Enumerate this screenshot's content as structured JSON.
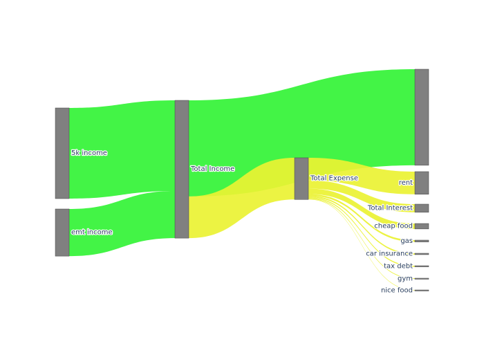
{
  "chart_data": {
    "type": "sankey",
    "colors": {
      "node": "#808080",
      "node_border": "#444444",
      "income_link": "#33f336",
      "expense_link": "#eaf233",
      "label": "#2a3f5f"
    },
    "nodes": [
      {
        "id": "n0",
        "label": "5k income"
      },
      {
        "id": "n1",
        "label": "emt income"
      },
      {
        "id": "n2",
        "label": "Total Income"
      },
      {
        "id": "n3",
        "label": "Total Expense"
      },
      {
        "id": "n4",
        "label": ""
      },
      {
        "id": "n5",
        "label": "rent"
      },
      {
        "id": "n6",
        "label": "Total Interest"
      },
      {
        "id": "n7",
        "label": "cheap food"
      },
      {
        "id": "n8",
        "label": "gas"
      },
      {
        "id": "n9",
        "label": "car insurance"
      },
      {
        "id": "n10",
        "label": "tax debt"
      },
      {
        "id": "n11",
        "label": "gym"
      },
      {
        "id": "n12",
        "label": "nice food"
      }
    ],
    "links": [
      {
        "source": "n0",
        "target": "n2",
        "value": 5000,
        "color": "income"
      },
      {
        "source": "n1",
        "target": "n2",
        "value": 2600,
        "color": "income"
      },
      {
        "source": "n2",
        "target": "n4",
        "value": 5300,
        "color": "income"
      },
      {
        "source": "n2",
        "target": "n3",
        "value": 2300,
        "color": "expense"
      },
      {
        "source": "n3",
        "target": "n5",
        "value": 1250,
        "color": "expense"
      },
      {
        "source": "n3",
        "target": "n6",
        "value": 450,
        "color": "expense"
      },
      {
        "source": "n3",
        "target": "n7",
        "value": 300,
        "color": "expense"
      },
      {
        "source": "n3",
        "target": "n8",
        "value": 100,
        "color": "expense"
      },
      {
        "source": "n3",
        "target": "n9",
        "value": 75,
        "color": "expense"
      },
      {
        "source": "n3",
        "target": "n10",
        "value": 60,
        "color": "expense"
      },
      {
        "source": "n3",
        "target": "n11",
        "value": 40,
        "color": "expense"
      },
      {
        "source": "n3",
        "target": "n12",
        "value": 25,
        "color": "expense"
      }
    ]
  }
}
